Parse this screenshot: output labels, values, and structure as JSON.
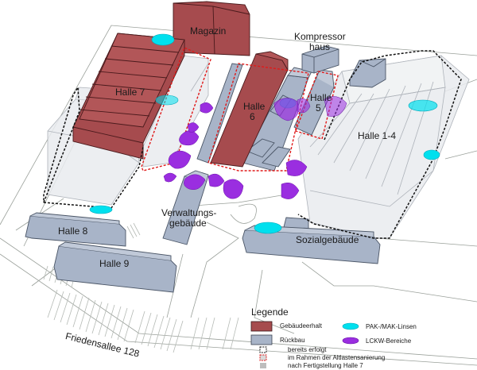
{
  "labels": {
    "magazin": "Magazin",
    "kompressorhaus_1": "Kompressor",
    "kompressorhaus_2": "haus",
    "halle7": "Halle 7",
    "halle6_1": "Halle",
    "halle6_2": "6",
    "halle5_1": "Halle",
    "halle5_2": "5",
    "halle14": "Halle 1-4",
    "verwaltung_1": "Verwaltungs-",
    "verwaltung_2": "gebäude",
    "halle8": "Halle 8",
    "halle9": "Halle 9",
    "sozial": "Sozialgebäude",
    "street": "Friedensallee 128"
  },
  "legend": {
    "title": "Legende",
    "gebaeudeerhalt": "Gebäudeerhalt",
    "rueckbau": "Rückbau",
    "bereits_erfolgt": "bereits erfolgt",
    "im_rahmen": "im Rahmen der Altlastensanierung",
    "nach_fertigstellung": "nach Fertigstellung Halle 7",
    "pak": "PAK-/MAK-Linsen",
    "lckw": "LCKW-Bereiche"
  },
  "colors": {
    "erhalt": "#a64b4e",
    "rueckbau": "#a8b4c8",
    "ghost": "#e9ebef",
    "pak": "#00e0ee",
    "lckw": "#9a2ee0",
    "red_dash": "#e01a1a"
  }
}
